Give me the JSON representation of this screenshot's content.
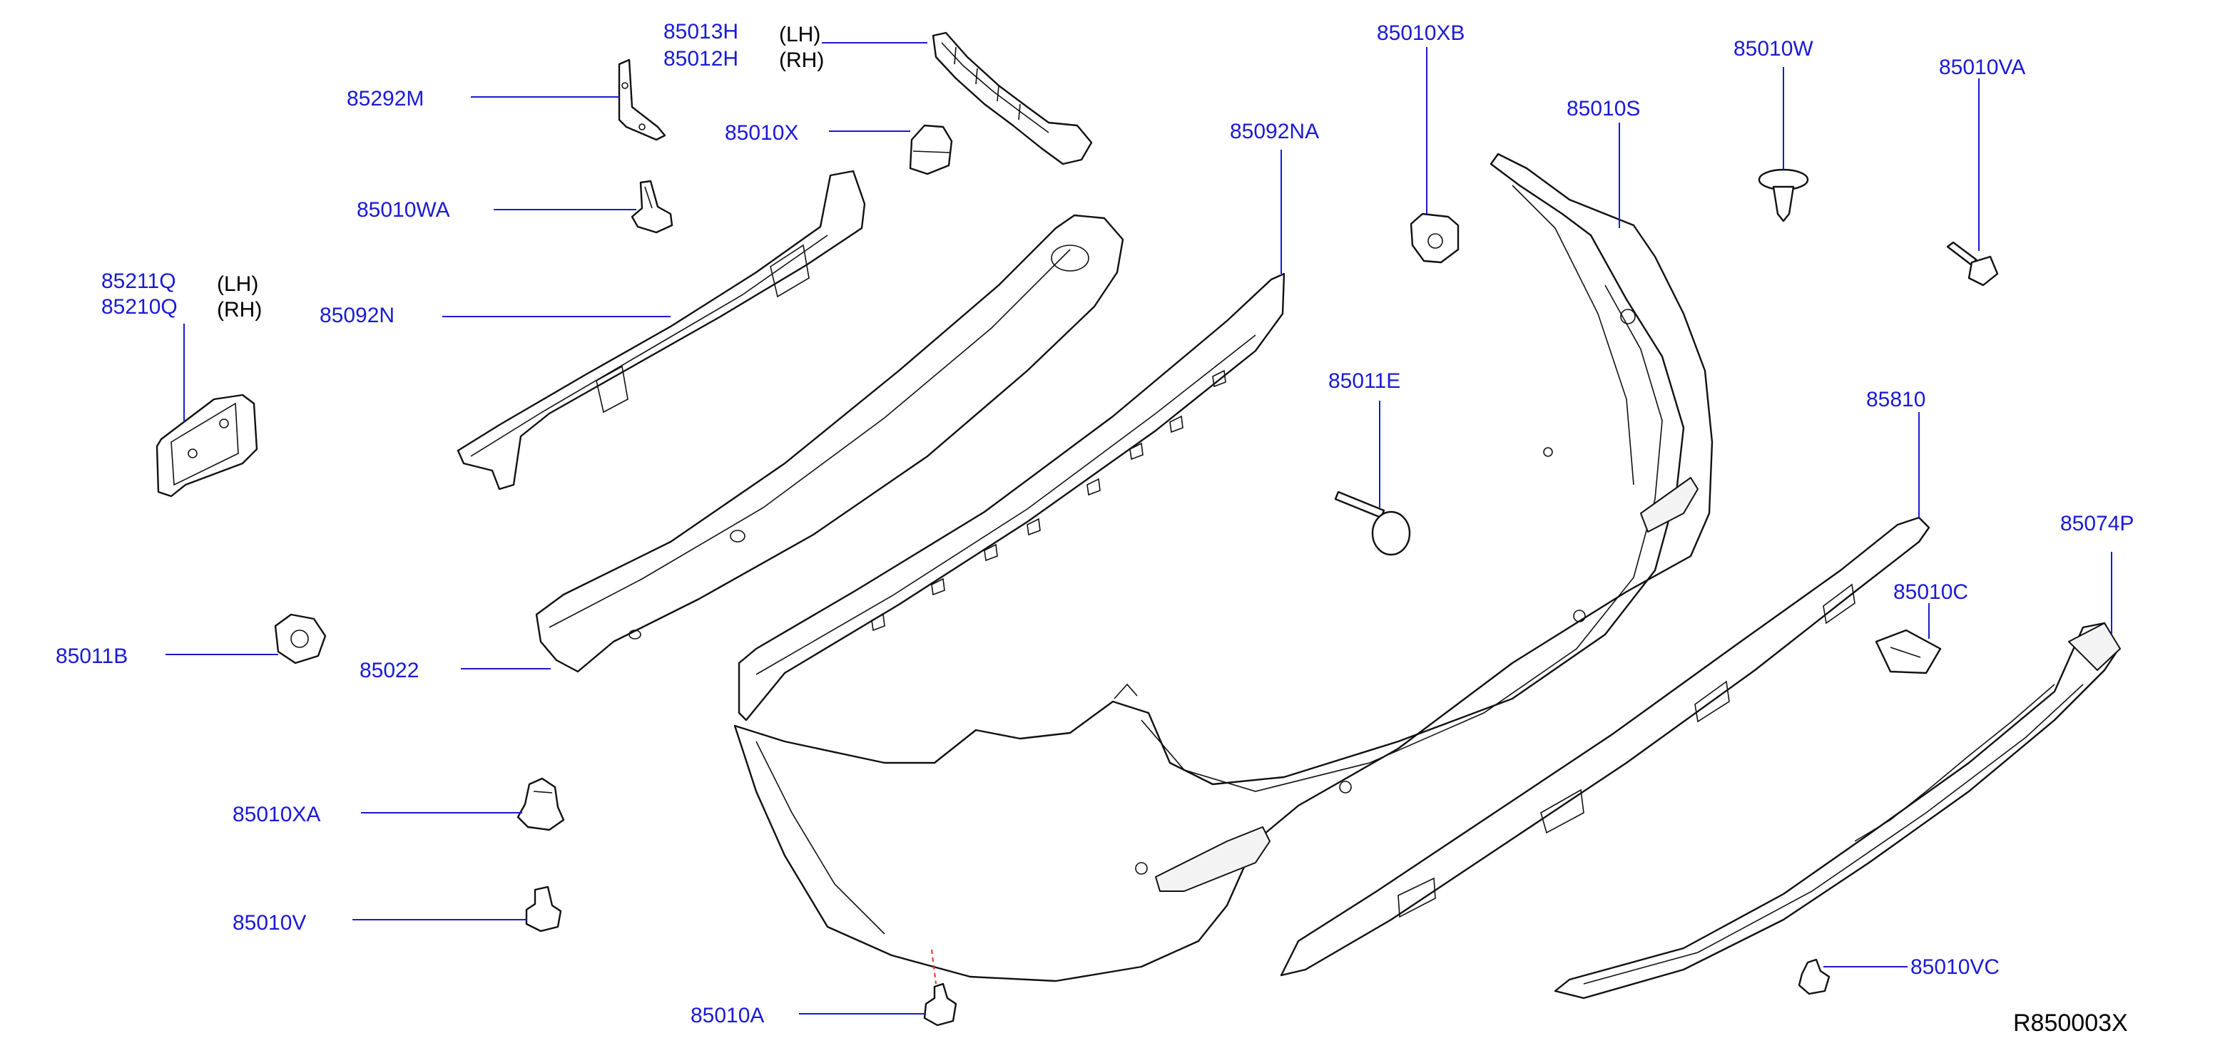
{
  "diagram": {
    "reference_code": "R850003X",
    "callouts": [
      {
        "id": "85013H",
        "part": "85013H",
        "side": "(LH)"
      },
      {
        "id": "85012H",
        "part": "85012H",
        "side": "(RH)"
      },
      {
        "id": "85292M",
        "part": "85292M"
      },
      {
        "id": "85010X",
        "part": "85010X"
      },
      {
        "id": "85010WA",
        "part": "85010WA"
      },
      {
        "id": "85211Q",
        "part": "85211Q",
        "side": "(LH)"
      },
      {
        "id": "85210Q",
        "part": "85210Q",
        "side": "(RH)"
      },
      {
        "id": "85092N",
        "part": "85092N"
      },
      {
        "id": "85092NA",
        "part": "85092NA"
      },
      {
        "id": "85010XB",
        "part": "85010XB"
      },
      {
        "id": "85010S",
        "part": "85010S"
      },
      {
        "id": "85010W",
        "part": "85010W"
      },
      {
        "id": "85010VA",
        "part": "85010VA"
      },
      {
        "id": "85011E",
        "part": "85011E"
      },
      {
        "id": "85810",
        "part": "85810"
      },
      {
        "id": "85074P",
        "part": "85074P"
      },
      {
        "id": "85010C",
        "part": "85010C"
      },
      {
        "id": "85011B",
        "part": "85011B"
      },
      {
        "id": "85022",
        "part": "85022"
      },
      {
        "id": "85010XA",
        "part": "85010XA"
      },
      {
        "id": "85010V",
        "part": "85010V"
      },
      {
        "id": "85010A",
        "part": "85010A"
      },
      {
        "id": "85010VC",
        "part": "85010VC"
      }
    ]
  }
}
